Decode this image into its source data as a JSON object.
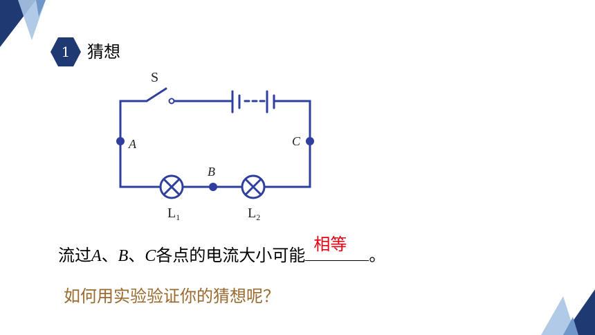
{
  "section": {
    "number": "1",
    "title": "猜想"
  },
  "circuit": {
    "switch_label": "S",
    "point_a": "A",
    "point_b": "B",
    "point_c": "C",
    "lamp1_letter": "L",
    "lamp1_sub": "1",
    "lamp2_letter": "L",
    "lamp2_sub": "2"
  },
  "question": {
    "prefix": "流过",
    "a": "A",
    "sep1": "、",
    "b": "B",
    "sep2": "、",
    "c": "C",
    "suffix": "各点的电流大小可能",
    "answer": "相等",
    "end": "。"
  },
  "prompt": "如何用实验验证你的猜想呢？",
  "colors": {
    "navy": "#1f3a73",
    "wire": "#2e3f9e",
    "answer_red": "#e60012",
    "prompt_brown": "#9a6a2e",
    "deco_light": "#a9c4e4"
  }
}
